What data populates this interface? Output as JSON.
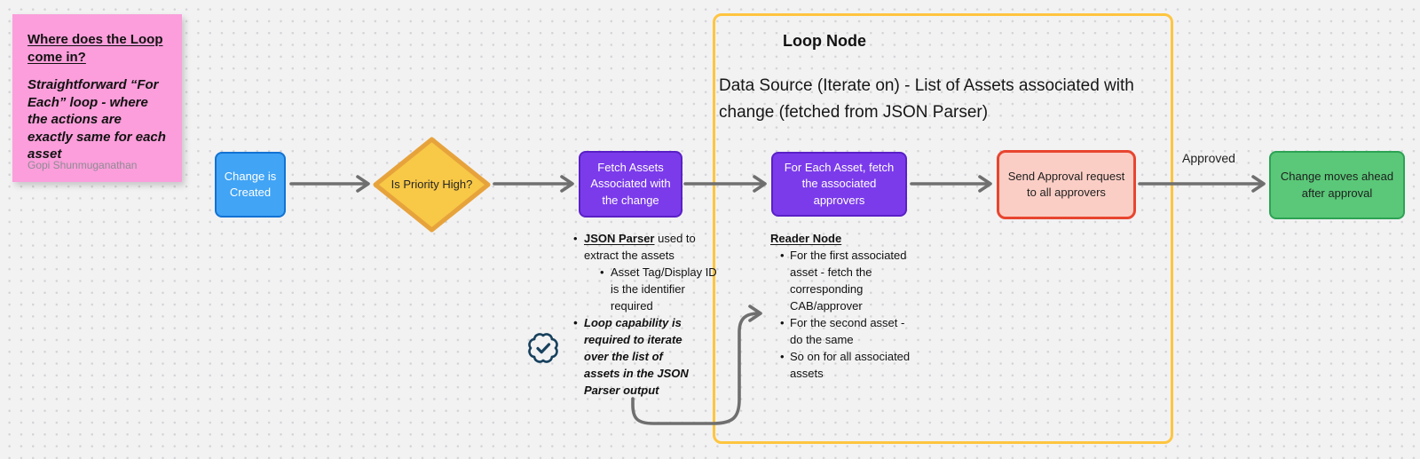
{
  "colors": {
    "background": "#f2f2f3",
    "grid_dot": "#d4d4d7",
    "sticky_pink": "#fb9edb",
    "blue_fill": "#41a4f5",
    "blue_border": "#1272d3",
    "diamond_fill": "#f8c847",
    "diamond_border": "#e7a33b",
    "purple_fill": "#7b3beb",
    "purple_border": "#5a20c6",
    "loop_border": "#fec53f",
    "red_fill": "#fbcec5",
    "red_border": "#e8452f",
    "green_fill": "#5ac878",
    "green_border": "#2ea254",
    "arrow_gray": "#6f6f6f",
    "badge_navy": "#17415e"
  },
  "sticky_note": {
    "title": "Where does the Loop come in?",
    "body": "Straightforward “For Each” loop - where the actions are exactly same for each asset",
    "author": "Gopi Shunmuganathan"
  },
  "flow": {
    "change_created": "Change is Created",
    "priority_check": "Is Priority High?",
    "fetch_assets": "Fetch Assets Associated with the change",
    "for_each_asset": "For Each Asset, fetch the associated approvers",
    "send_approval": "Send Approval request to all approvers",
    "change_moves": "Change moves ahead after approval",
    "approved_label": "Approved"
  },
  "loop_container": {
    "title": "Loop Node",
    "description": "Data Source (Iterate on) - List of Assets associated with change (fetched from JSON Parser)"
  },
  "fetch_assets_notes": {
    "bullet1_term": "JSON Parser",
    "bullet1_rest": " used to extract the assets",
    "bullet1_sub": "Asset Tag/Display ID is the identifier required",
    "bullet2": "Loop capability is required to iterate over the list of assets in the JSON Parser output"
  },
  "reader_notes": {
    "title": "Reader Node",
    "items": [
      "For the first associated asset - fetch the corresponding CAB/approver",
      "For the second asset - do the same",
      "So on for all associated assets"
    ]
  },
  "icons": {
    "badge_check_glyph": "✓"
  }
}
